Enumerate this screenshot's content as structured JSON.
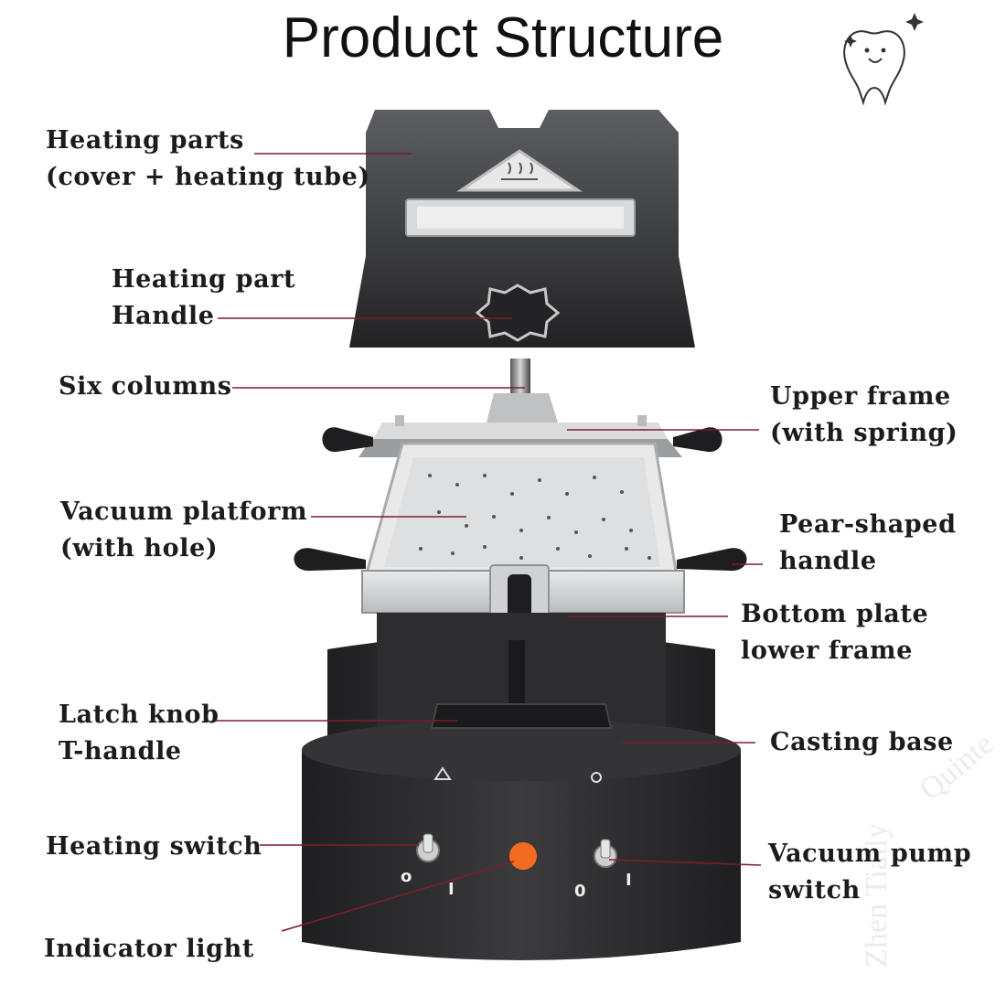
{
  "title": "Product Structure",
  "labels": {
    "heating_parts": [
      "Heating parts",
      "(cover + heating tube)"
    ],
    "heating_part_handle": [
      "Heating part",
      "Handle"
    ],
    "six_columns": [
      "Six columns"
    ],
    "vacuum_platform": [
      "Vacuum platform",
      "(with hole)"
    ],
    "latch_knob": [
      "Latch knob",
      "T-handle"
    ],
    "heating_switch": [
      "Heating switch"
    ],
    "indicator_light": [
      "Indicator light"
    ],
    "upper_frame": [
      "Upper frame",
      "(with spring)"
    ],
    "pear_handle": [
      "Pear-shaped",
      "handle"
    ],
    "bottom_plate": [
      "Bottom plate",
      "lower frame"
    ],
    "casting_base": [
      "Casting base"
    ],
    "vacuum_pump_switch": [
      "Vacuum pump",
      "switch"
    ]
  },
  "switch_marks": {
    "left_off": "o",
    "left_on": "I",
    "right_off": "0",
    "right_on": "I"
  },
  "watermark": [
    "Quinte",
    "Zhen Tially"
  ],
  "colors": {
    "leader_line": "#7a1f2b",
    "device_dark": "#2b2b2e",
    "device_metal": "#c9cccf",
    "indicator": "#f26b21"
  }
}
